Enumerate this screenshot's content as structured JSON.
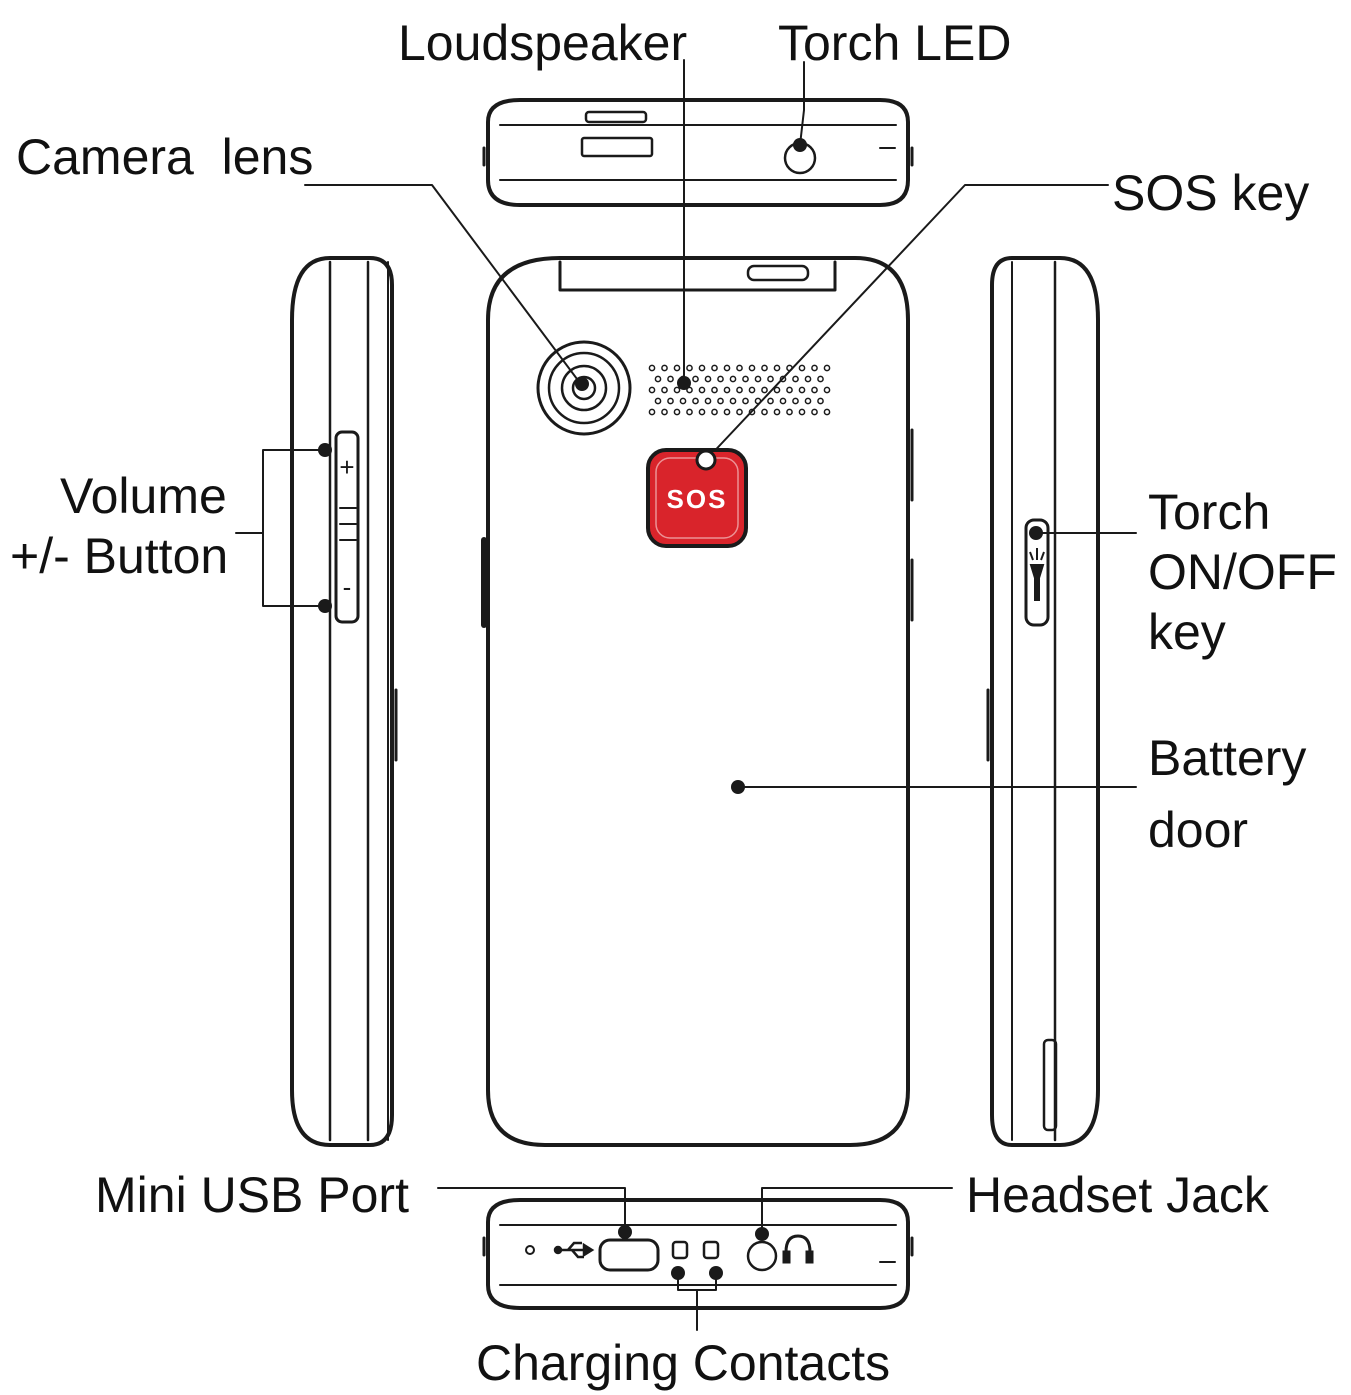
{
  "labels": {
    "loudspeaker": "Loudspeaker",
    "torch_led": "Torch LED",
    "camera_lens": "Camera  lens",
    "sos_key": "SOS key",
    "volume_line1": "Volume",
    "volume_line2": "+/- Button",
    "torch_key_line1": "Torch",
    "torch_key_line2": "ON/OFF",
    "torch_key_line3": "key",
    "battery_line1": "Battery",
    "battery_line2": "door",
    "mini_usb": "Mini USB Port",
    "headset_jack": "Headset Jack",
    "charging_contacts": "Charging Contacts"
  },
  "device": {
    "sos_button_text": "SOS",
    "volume_plus": "+",
    "volume_minus": "-"
  },
  "colors": {
    "line": "#1a1a1a",
    "sos_red": "#d9242b",
    "background": "#ffffff"
  },
  "icons": [
    "usb-icon",
    "headphone-icon",
    "torch-icon"
  ]
}
